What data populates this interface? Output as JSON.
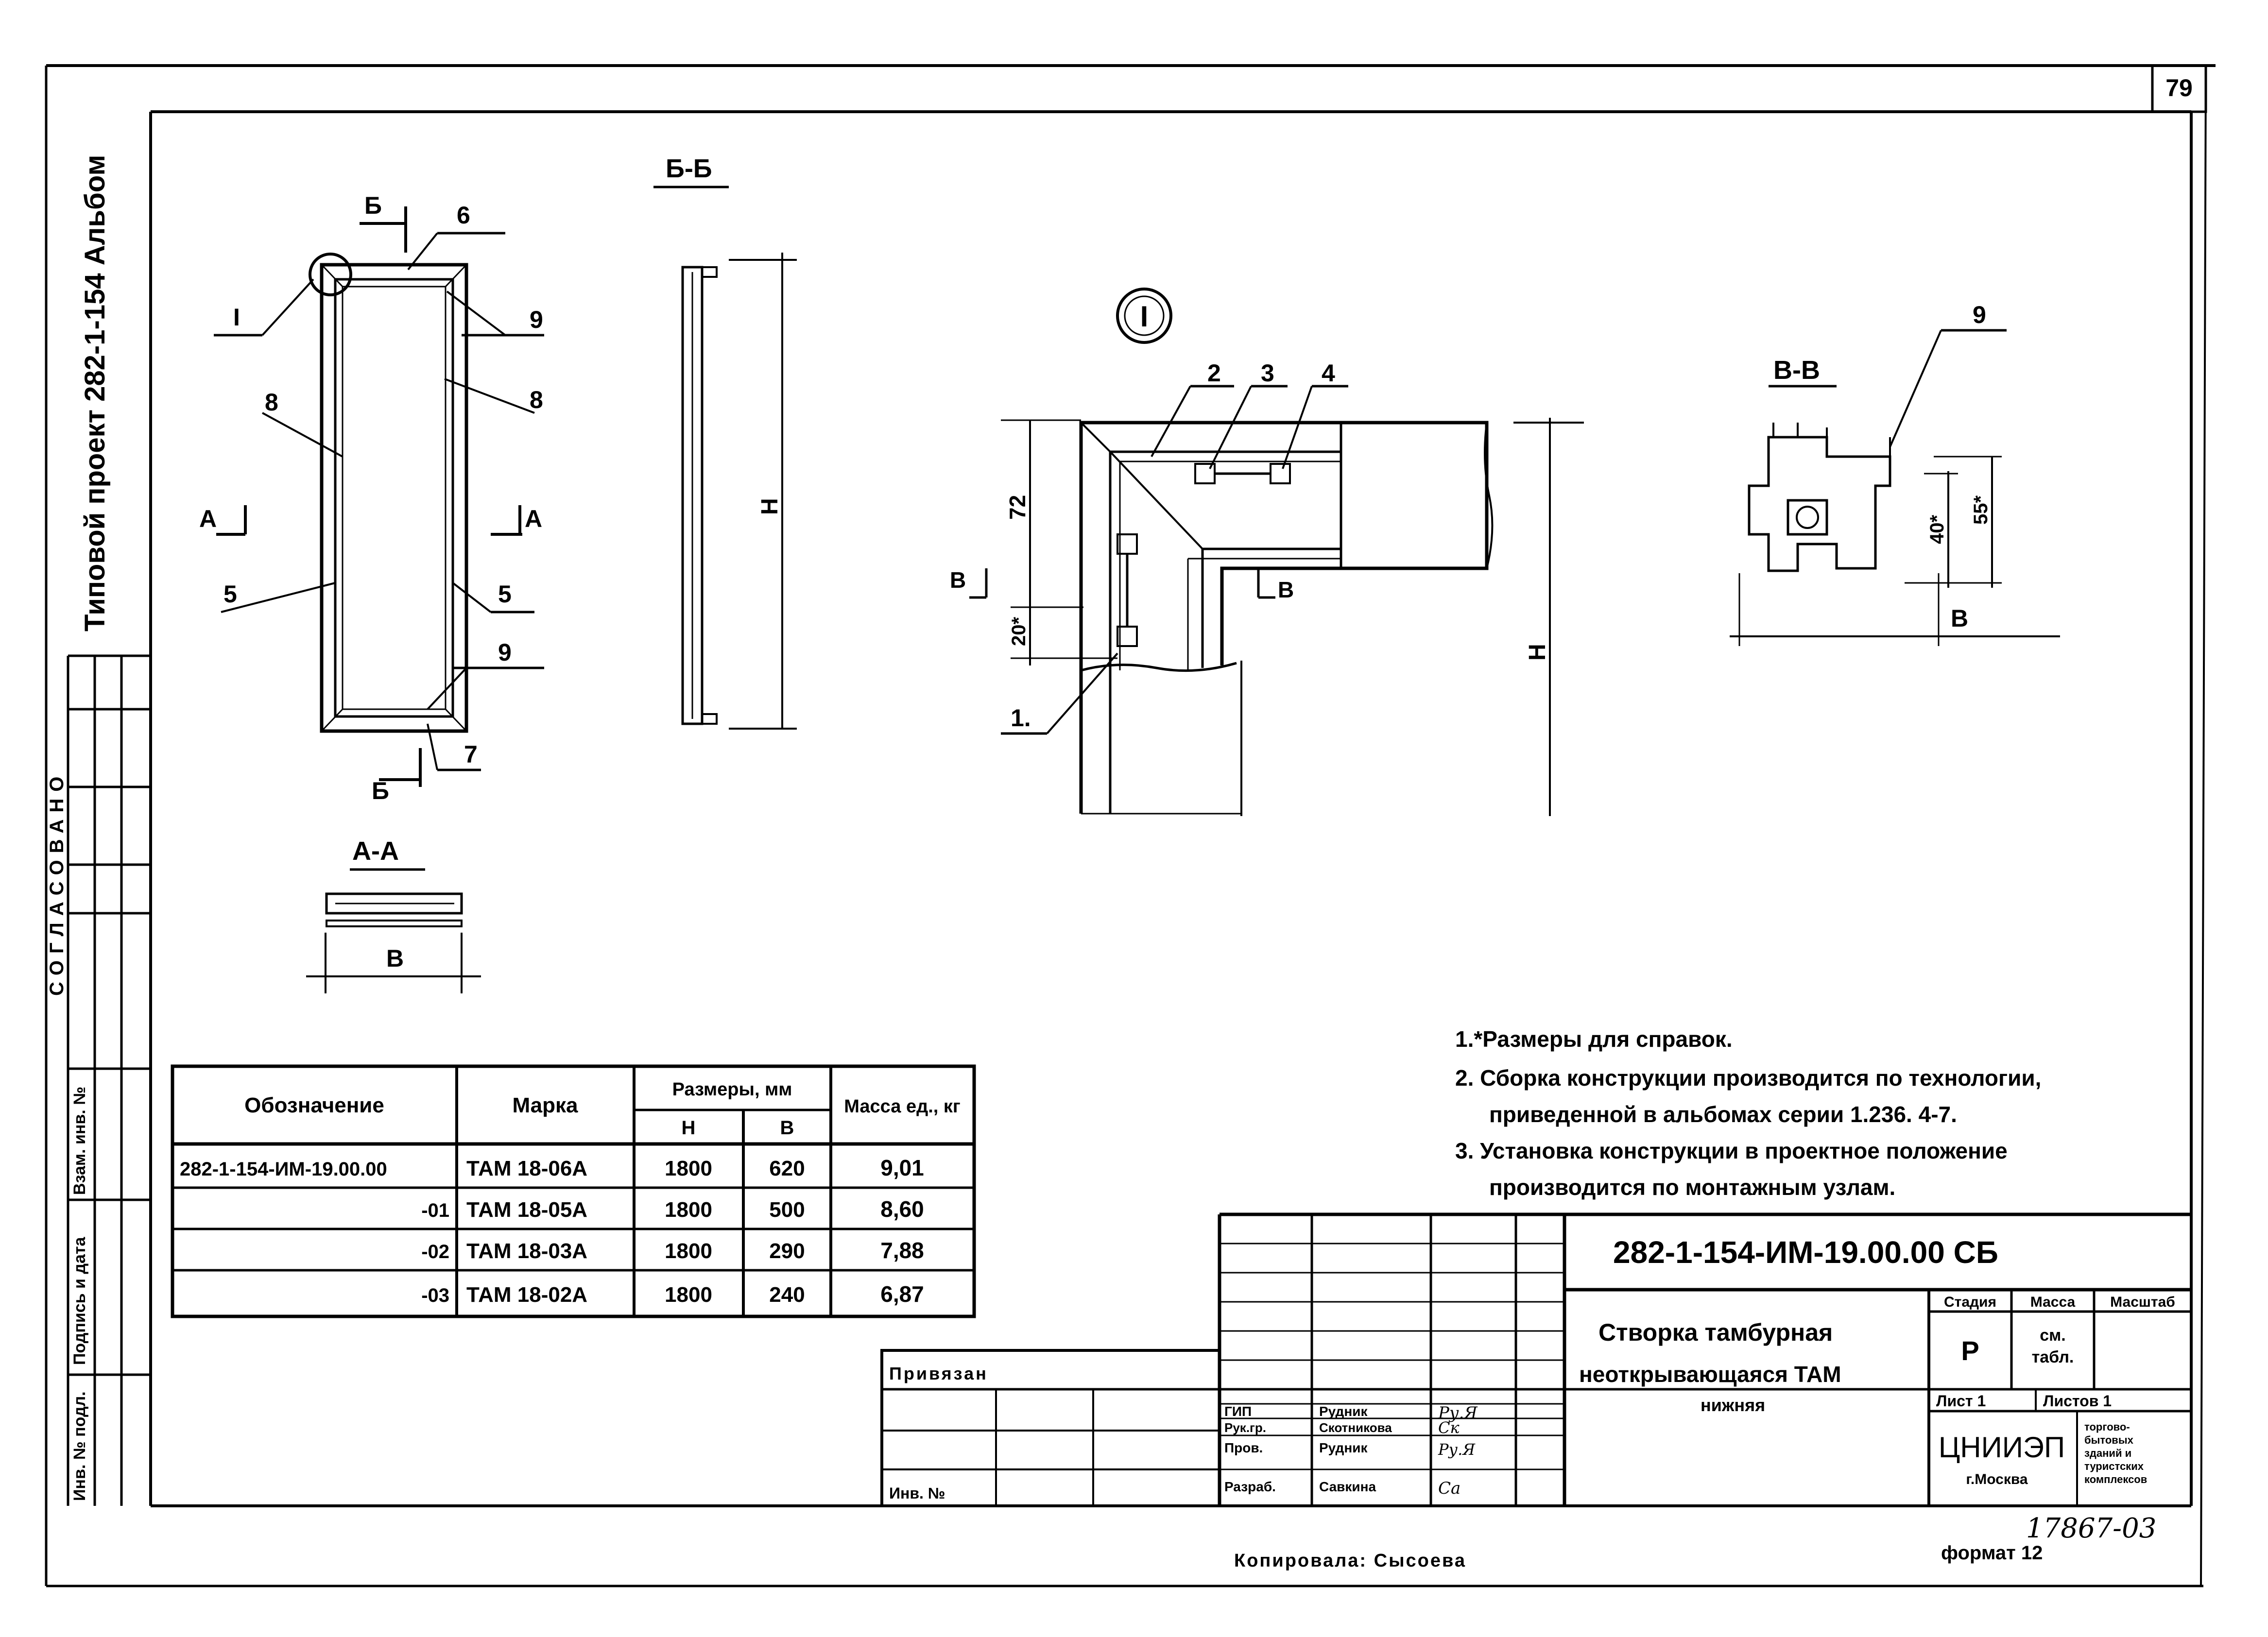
{
  "sheet_number": "79",
  "side_stamp": {
    "project": "Типовой проект 282-1-154 Альбом",
    "agreed": "СОГЛАСОВАНО",
    "inv_podl": "Инв. № подл.",
    "podpis_data": "Подпись и дата",
    "vzam_inv": "Взам. инв. №"
  },
  "views": {
    "main_labels": {
      "b_top": "Б",
      "six": "6",
      "one_roman": "I",
      "nine_top": "9",
      "eight_left": "8",
      "eight_right": "8",
      "a_left": "А",
      "a_right": "А",
      "five_left": "5",
      "five_right": "5",
      "nine_bottom": "9",
      "seven": "7",
      "b_bottom": "Б"
    },
    "section_aa": {
      "title": "А-А",
      "dim": "В"
    },
    "section_bb": {
      "title": "Б-Б",
      "dim": "Н"
    },
    "node": {
      "title": "I",
      "leaders": [
        "2",
        "3",
        "4",
        "1."
      ],
      "dims": [
        "72",
        "20*",
        "Н"
      ],
      "cut": "В"
    },
    "section_vv": {
      "title": "В-В",
      "leader": "9",
      "dims": [
        "40*",
        "55*",
        "В"
      ]
    }
  },
  "table": {
    "headers": {
      "designation": "Обозначение",
      "mark": "Марка",
      "sizes": "Размеры, мм",
      "h": "Н",
      "b": "В",
      "mass": "Масса ед., кг"
    },
    "rows": [
      {
        "designation": "282-1-154-ИМ-19.00.00",
        "mark": "ТАМ 18-06А",
        "h": "1800",
        "b": "620",
        "mass": "9,01"
      },
      {
        "designation": "-01",
        "mark": "ТАМ 18-05А",
        "h": "1800",
        "b": "500",
        "mass": "8,60"
      },
      {
        "designation": "-02",
        "mark": "ТАМ 18-03А",
        "h": "1800",
        "b": "290",
        "mass": "7,88"
      },
      {
        "designation": "-03",
        "mark": "ТАМ 18-02А",
        "h": "1800",
        "b": "240",
        "mass": "6,87"
      }
    ]
  },
  "notes": [
    "1.*Размеры для справок.",
    "2. Сборка конструкции производится по технологии,",
    "приведенной в альбомах серии 1.236. 4-7.",
    "3. Установка конструкции в проектное положение",
    "производится по монтажным узлам."
  ],
  "title_block": {
    "code": "282-1-154-ИМ-19.00.00 СБ",
    "name_line1": "Створка тамбурная",
    "name_line2": "неоткрывающаяся ТАМ",
    "name_line3": "нижняя",
    "stage_label": "Стадия",
    "mass_label": "Масса",
    "scale_label": "Масштаб",
    "stage_value": "Р",
    "mass_value_1": "см.",
    "mass_value_2": "табл.",
    "sheet_label": "Лист 1",
    "sheets_label": "Листов 1",
    "org": "ЦНИИЭП",
    "city": "г.Москва",
    "org_sub": [
      "торгово-",
      "бытовых",
      "зданий и",
      "туристских",
      "комплексов"
    ],
    "privyazan": "Привязан",
    "inv_no": "Инв. №",
    "roles": [
      {
        "role": "ГИП",
        "name": "Рудник",
        "sign": "Ру.Я"
      },
      {
        "role": "Рук.гр.",
        "name": "Скотникова",
        "sign": "Ск"
      },
      {
        "role": "Пров.",
        "name": "Рудник",
        "sign": "Ру.Я"
      },
      {
        "role": "Разраб.",
        "name": "Савкина",
        "sign": "Са"
      }
    ]
  },
  "bottom": {
    "copied": "Копировала: Сысоева",
    "number": "17867-03",
    "format": "формат 12"
  }
}
